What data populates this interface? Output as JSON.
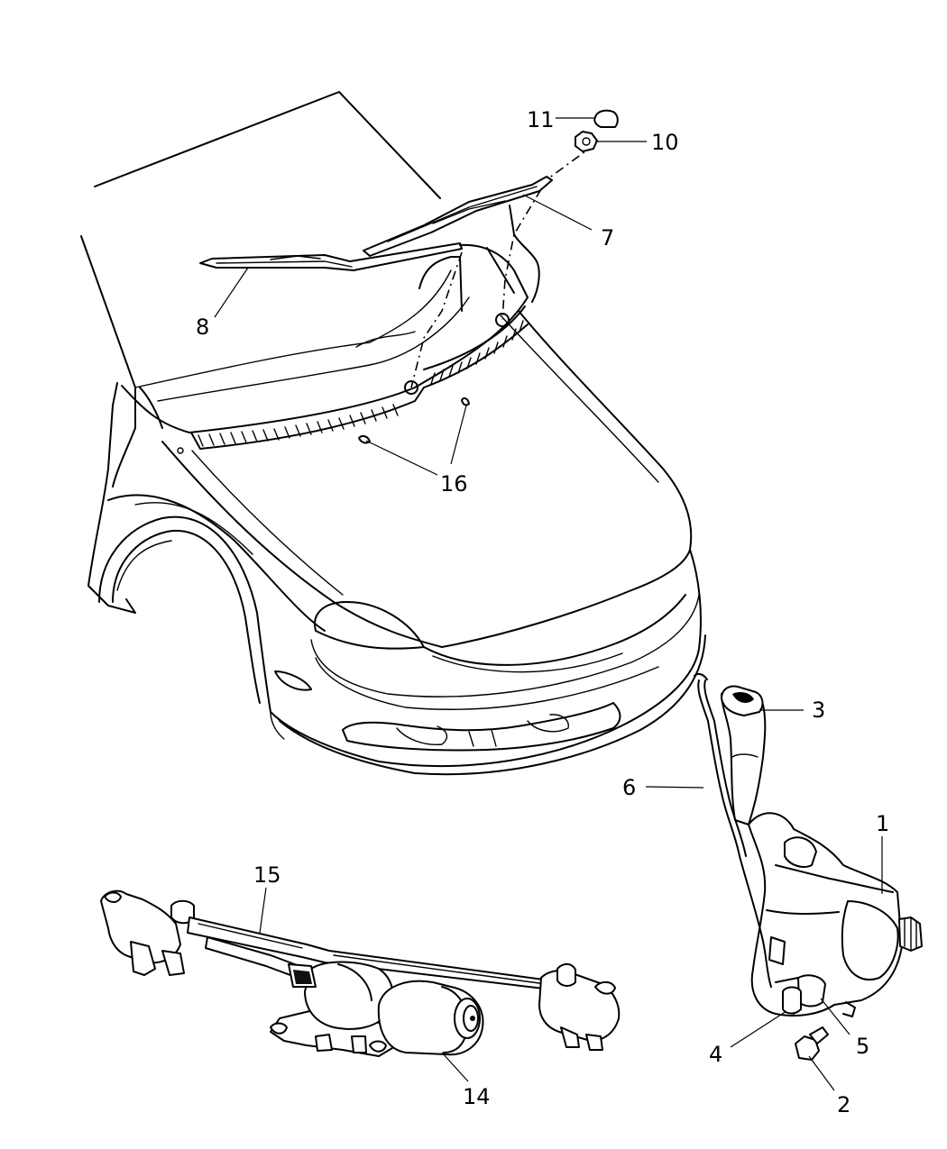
{
  "callouts": {
    "c1": "1",
    "c2": "2",
    "c3": "3",
    "c4": "4",
    "c5": "5",
    "c6": "6",
    "c7": "7",
    "c8": "8",
    "c10": "10",
    "c11": "11",
    "c14": "14",
    "c15": "15",
    "c16": "16"
  }
}
